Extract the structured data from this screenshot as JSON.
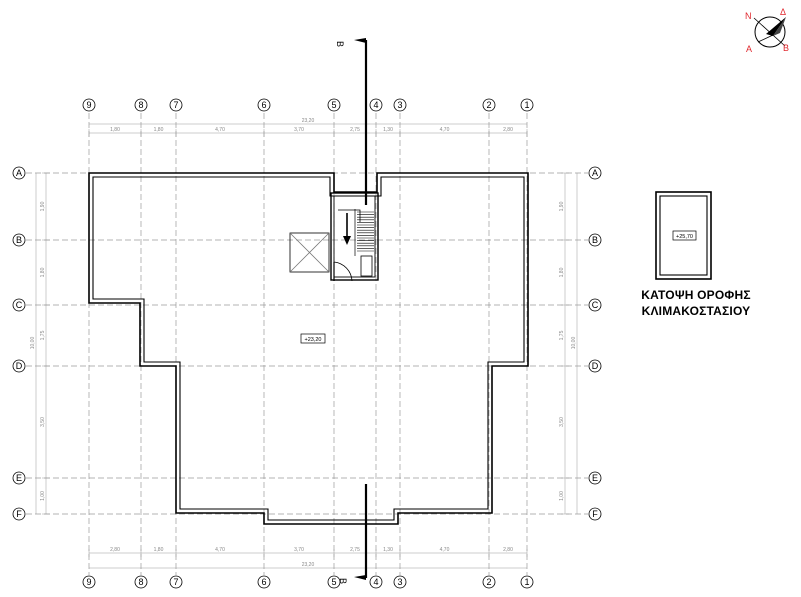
{
  "grid_columns": {
    "labels": [
      "9",
      "8",
      "7",
      "6",
      "5",
      "4",
      "3",
      "2",
      "1"
    ]
  },
  "grid_rows": {
    "labels": [
      "A",
      "B",
      "C",
      "D",
      "E",
      "F"
    ]
  },
  "dimensions": {
    "top_segments": [
      "1,80",
      "1,80",
      "4,70",
      "3,70",
      "2,75",
      "1,30",
      "4,70",
      "2,80"
    ],
    "top_total": "23,20",
    "bottom_segments": [
      "2,80",
      "1,80",
      "4,70",
      "3,70",
      "2,75",
      "1,30",
      "4,70",
      "2,80"
    ],
    "bottom_total": "23,20",
    "left_segments": [
      "1,90",
      "1,80",
      "1,75",
      "3,50",
      "1,00"
    ],
    "left_total": "10,00",
    "right_segments": [
      "1,90",
      "1,80",
      "1,75",
      "3,50",
      "1,00"
    ],
    "right_total": "10,00"
  },
  "section_markers": {
    "top": "B",
    "bottom": "B"
  },
  "compass": {
    "north": "N",
    "east": "Δ",
    "south": "B",
    "west": "A"
  },
  "elevations": {
    "main_roof": "+23,20",
    "stair_roof": "+25,70"
  },
  "title": {
    "line1": "ΚΑΤΟΨΗ ΟΡΟΦΗΣ",
    "line2": "ΚΛΙΜΑΚΟΣΤΑΣΙΟΥ"
  },
  "colors": {
    "line": "#000000",
    "grid": "#9a9a9a",
    "compass_text": "#e0282e"
  }
}
